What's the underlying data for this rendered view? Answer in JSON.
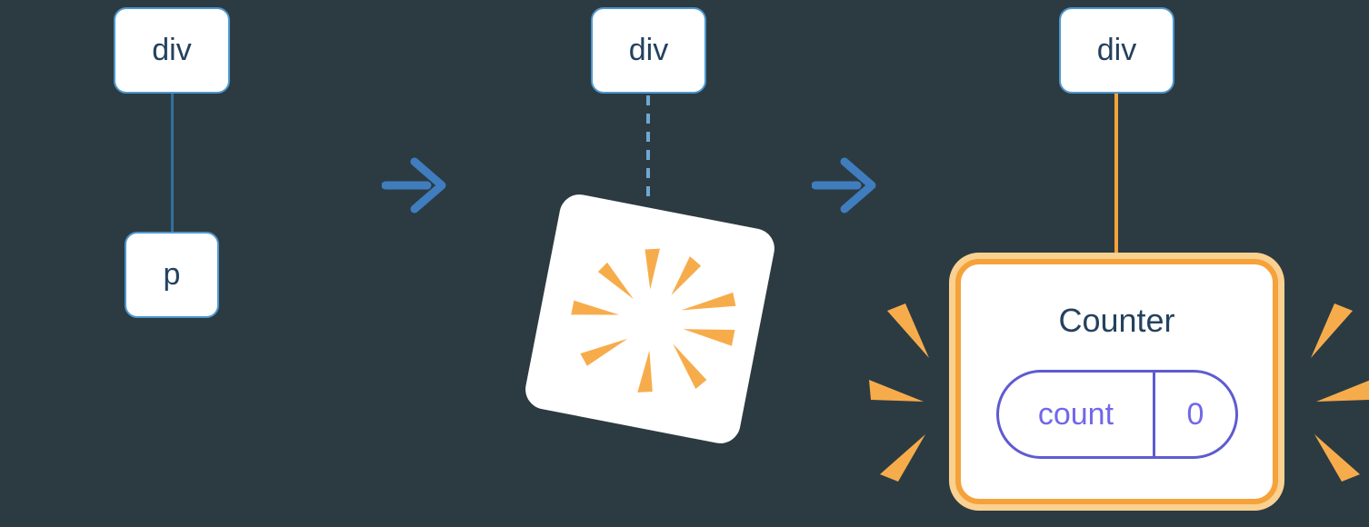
{
  "colors": {
    "bg": "#2C3B42",
    "node_border": "#4E97CE",
    "connector": "#336F9E",
    "dash": "#6FA8D2",
    "arrow": "#3F7DBE",
    "orange": "#F5A23B",
    "orange_light": "#FAD191",
    "spark": "#F7AC4C",
    "purple": "#5E5BD0",
    "purple_text": "#7168E8",
    "label": "#24425E"
  },
  "trees": {
    "before": {
      "parent": "div",
      "child": "p"
    },
    "during": {
      "parent": "div"
    },
    "after": {
      "parent": "div"
    }
  },
  "component": {
    "title": "Counter",
    "state": {
      "key": "count",
      "value": "0"
    }
  },
  "icons": {
    "arrow": "arrow-right-icon",
    "burst": "burst-icon",
    "sparks_left": "sparks-left-icon",
    "sparks_right": "sparks-right-icon"
  }
}
